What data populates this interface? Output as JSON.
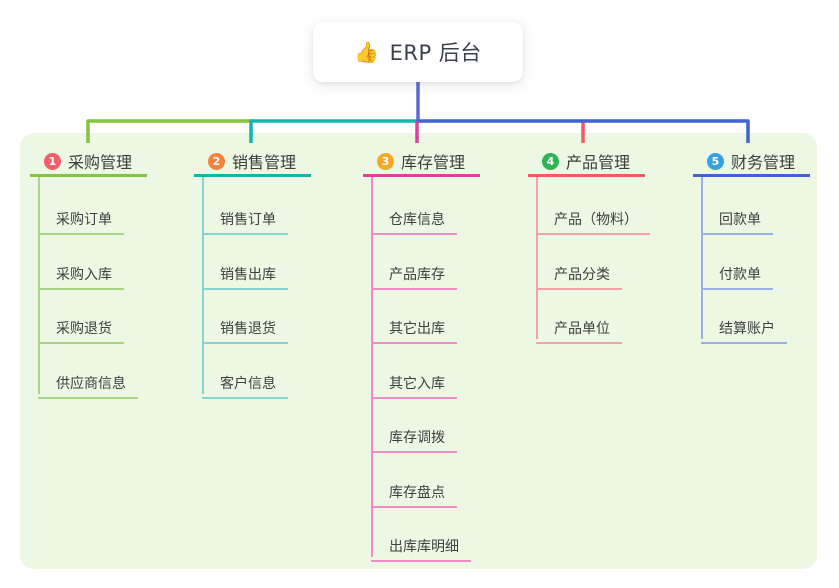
{
  "page": {
    "background_color": "#ffffff",
    "panel_background_color": "#ecf7e4"
  },
  "root": {
    "icon": "👍",
    "title": "ERP 后台",
    "line_color": "#5b6ad6"
  },
  "branches": [
    {
      "number": "1",
      "label": "采购管理",
      "badge_color": "#f25e69",
      "line_color": "#84c43e",
      "child_line_color": "#aad68a",
      "children": [
        "采购订单",
        "采购入库",
        "采购退货",
        "供应商信息"
      ]
    },
    {
      "number": "2",
      "label": "销售管理",
      "badge_color": "#f6823b",
      "line_color": "#13b5ab",
      "child_line_color": "#84d6cf",
      "children": [
        "销售订单",
        "销售出库",
        "销售退货",
        "客户信息"
      ]
    },
    {
      "number": "3",
      "label": "库存管理",
      "badge_color": "#f9a825",
      "line_color": "#df3f9f",
      "child_line_color": "#f08cc8",
      "children": [
        "仓库信息",
        "产品库存",
        "其它出库",
        "其它入库",
        "库存调拨",
        "库存盘点",
        "出库库明细"
      ]
    },
    {
      "number": "4",
      "label": "产品管理",
      "badge_color": "#2fb454",
      "line_color": "#f15b5f",
      "child_line_color": "#f5a2a2",
      "children": [
        "产品（物料）",
        "产品分类",
        "产品单位"
      ]
    },
    {
      "number": "5",
      "label": "财务管理",
      "badge_color": "#35a2e4",
      "line_color": "#3f63d5",
      "child_line_color": "#98afe9",
      "children": [
        "回款单",
        "付款单",
        "结算账户"
      ]
    }
  ]
}
